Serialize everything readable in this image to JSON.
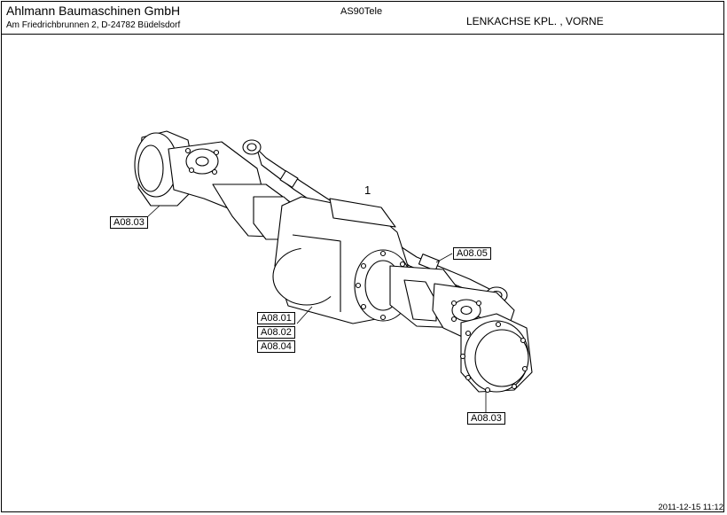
{
  "header": {
    "company_name": "Ahlmann Baumaschinen GmbH",
    "company_address": "Am Friedrichbrunnen 2,  D-24782 Büdelsdorf",
    "model": "AS90Tele",
    "assembly_title": "LENKACHSE KPL. , VORNE"
  },
  "diagram": {
    "item_number": "1",
    "callouts": {
      "left_hub": "A08.03",
      "right_hub": "A08.03",
      "steering_link": "A08.05",
      "center_1": "A08.01",
      "center_2": "A08.02",
      "center_3": "A08.04"
    }
  },
  "footer": {
    "timestamp": "2011-12-15 11:12"
  }
}
